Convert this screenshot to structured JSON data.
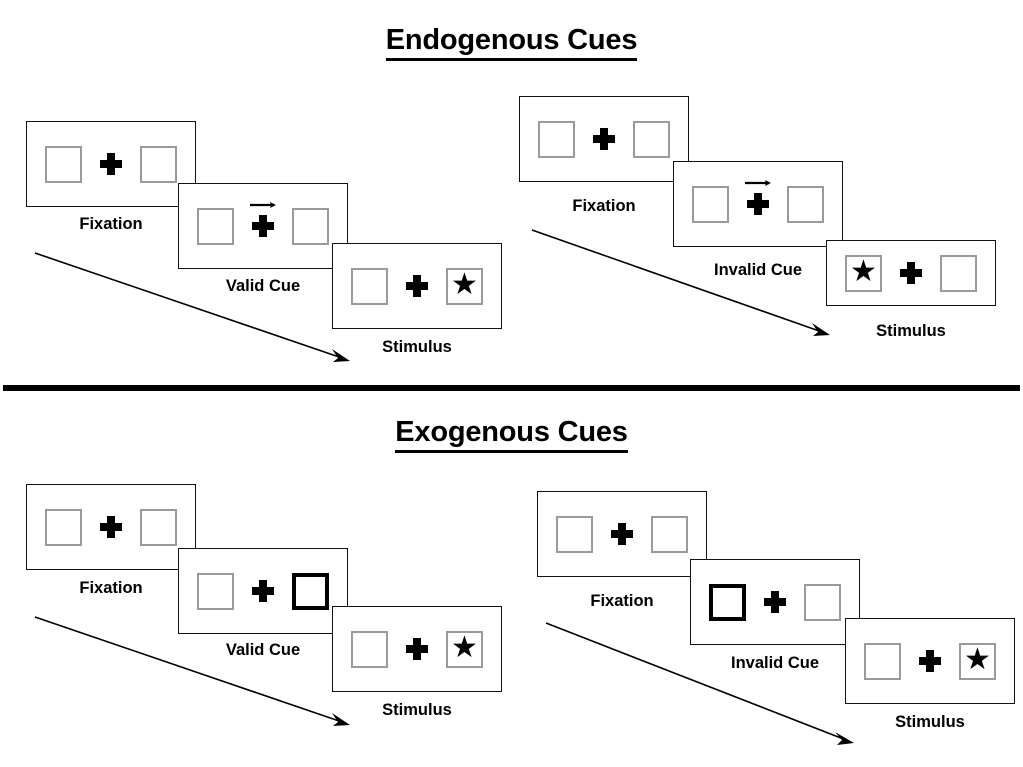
{
  "figure": {
    "sections": [
      {
        "id": "endogenous",
        "title": "Endogenous Cues",
        "sequences": [
          {
            "id": "endogenous-valid",
            "frames": [
              {
                "label": "Fixation",
                "cue": "none",
                "left_box": "empty",
                "right_box": "empty"
              },
              {
                "label": "Valid Cue",
                "cue": "arrow-right",
                "left_box": "empty",
                "right_box": "empty"
              },
              {
                "label": "Stimulus",
                "cue": "none",
                "left_box": "empty",
                "right_box": "star"
              }
            ]
          },
          {
            "id": "endogenous-invalid",
            "frames": [
              {
                "label": "Fixation",
                "cue": "none",
                "left_box": "empty",
                "right_box": "empty"
              },
              {
                "label": "Invalid Cue",
                "cue": "arrow-right",
                "left_box": "empty",
                "right_box": "empty"
              },
              {
                "label": "Stimulus",
                "cue": "none",
                "left_box": "star",
                "right_box": "empty"
              }
            ]
          }
        ]
      },
      {
        "id": "exogenous",
        "title": "Exogenous Cues",
        "sequences": [
          {
            "id": "exogenous-valid",
            "frames": [
              {
                "label": "Fixation",
                "cue": "none",
                "left_box": "empty",
                "right_box": "empty"
              },
              {
                "label": "Valid Cue",
                "cue": "none",
                "left_box": "empty",
                "right_box": "highlighted"
              },
              {
                "label": "Stimulus",
                "cue": "none",
                "left_box": "empty",
                "right_box": "star"
              }
            ]
          },
          {
            "id": "exogenous-invalid",
            "frames": [
              {
                "label": "Fixation",
                "cue": "none",
                "left_box": "empty",
                "right_box": "empty"
              },
              {
                "label": "Invalid Cue",
                "cue": "none",
                "left_box": "highlighted",
                "right_box": "empty"
              },
              {
                "label": "Stimulus",
                "cue": "none",
                "left_box": "empty",
                "right_box": "star"
              }
            ]
          }
        ]
      }
    ],
    "glyphs": {
      "star": "★",
      "fixation_cross": "fixation-cross-icon",
      "arrow_cue": "arrow-right-icon",
      "time_arrow": "time-flow-arrow-icon"
    },
    "colors": {
      "ink": "#000000",
      "box_border": "#9a9a9a",
      "cued_box_border": "#000000",
      "frame_border": "#111111",
      "background": "#ffffff"
    }
  }
}
